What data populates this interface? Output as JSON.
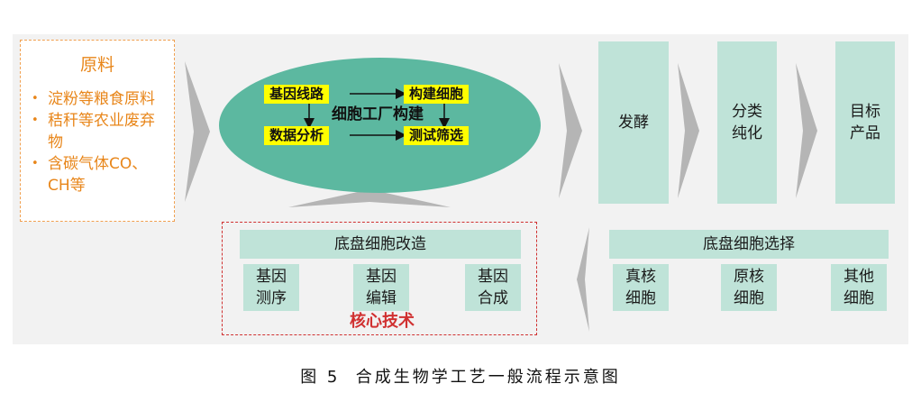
{
  "raw_materials": {
    "title": "原料",
    "items": [
      "淀粉等粮食原料",
      "秸秆等农业废弃物",
      "含碳气体CO、CH等"
    ]
  },
  "cell_factory": {
    "center": "细胞工厂构建",
    "node_tl": "基因线路",
    "node_tr": "构建细胞",
    "node_bl": "数据分析",
    "node_br": "测试筛选"
  },
  "process": {
    "step1": "发酵",
    "step2": "分类\n纯化",
    "step3": "目标\n产品"
  },
  "chassis_mod": {
    "title": "底盘细胞改造",
    "items": [
      "基因\n测序",
      "基因\n编辑",
      "基因\n合成"
    ],
    "label": "核心技术"
  },
  "chassis_sel": {
    "title": "底盘细胞选择",
    "items": [
      "真核\n细胞",
      "原核\n细胞",
      "其他\n细胞"
    ]
  },
  "caption": "图 5  合成生物学工艺一般流程示意图",
  "colors": {
    "accent_orange": "#f0a050",
    "box_teal": "#bfe3d8",
    "ellipse_teal": "#5cb8a0",
    "highlight": "#ffff00",
    "core_red": "#d03030"
  }
}
